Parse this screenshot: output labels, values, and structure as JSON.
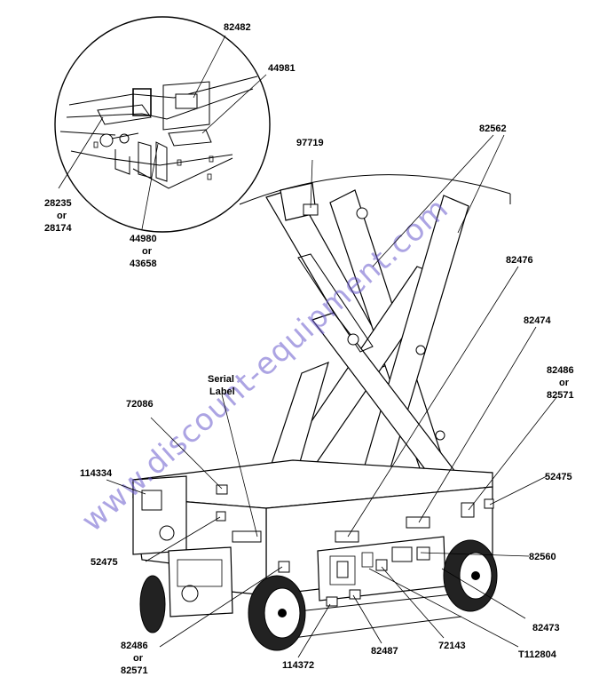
{
  "watermark": "www.discount-equipment.com",
  "labels": {
    "p82482": "82482",
    "p44981": "44981",
    "p28235_a": "28235",
    "p28235_or": "or",
    "p28235_b": "28174",
    "p44980_a": "44980",
    "p44980_or": "or",
    "p44980_b": "43658",
    "p97719": "97719",
    "p82562": "82562",
    "p82476": "82476",
    "p82474": "82474",
    "p82486r_a": "82486",
    "p82486r_or": "or",
    "p82486r_b": "82571",
    "serial_a": "Serial",
    "serial_b": "Label",
    "p72086": "72086",
    "p114334": "114334",
    "p52475r": "52475",
    "p52475l": "52475",
    "p82560": "82560",
    "p82473": "82473",
    "p82486l_a": "82486",
    "p82486l_or": "or",
    "p82486l_b": "82571",
    "p114372": "114372",
    "p82487": "82487",
    "p72143": "72143",
    "pT112804": "T112804"
  }
}
